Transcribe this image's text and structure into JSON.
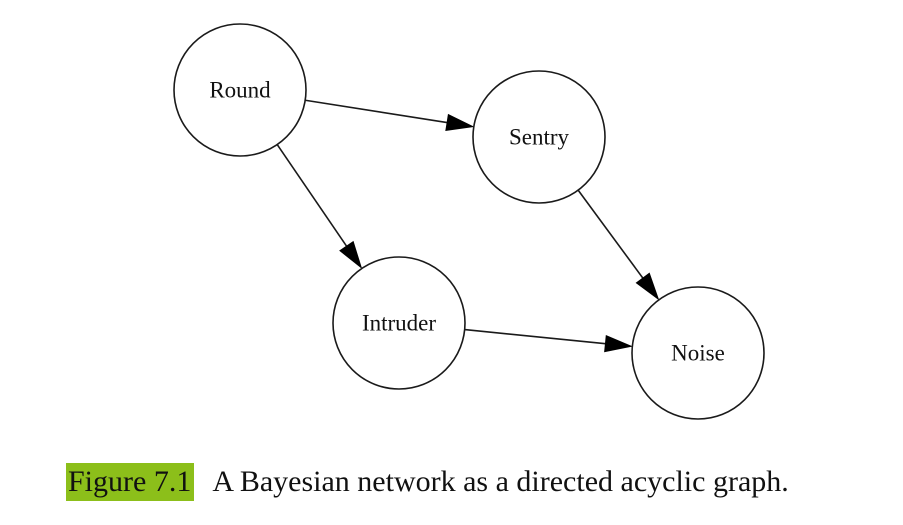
{
  "figure": {
    "caption_label": "Figure 7.1",
    "caption_text": "A Bayesian network as a directed acyclic graph.",
    "caption_label_highlight": "#8cbf1a"
  },
  "graph": {
    "type": "directed-acyclic-graph",
    "nodes": [
      {
        "id": "round",
        "label": "Round"
      },
      {
        "id": "sentry",
        "label": "Sentry"
      },
      {
        "id": "intruder",
        "label": "Intruder"
      },
      {
        "id": "noise",
        "label": "Noise"
      }
    ],
    "edges": [
      {
        "from": "round",
        "to": "sentry"
      },
      {
        "from": "round",
        "to": "intruder"
      },
      {
        "from": "sentry",
        "to": "noise"
      },
      {
        "from": "intruder",
        "to": "noise"
      }
    ]
  }
}
